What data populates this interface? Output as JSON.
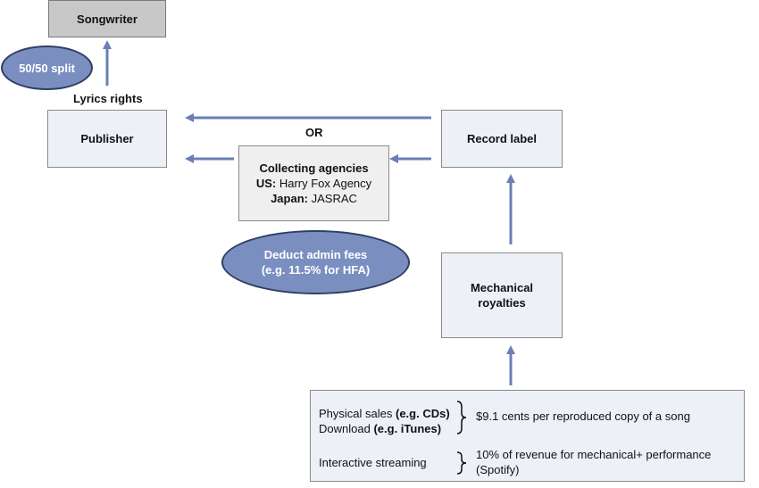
{
  "nodes": {
    "songwriter": "Songwriter",
    "publisher": "Publisher",
    "record_label": "Record label",
    "mechanical_line1": "Mechanical",
    "mechanical_line2": "royalties",
    "agency_title": "Collecting agencies",
    "agency_us_label": "US:",
    "agency_us_value": "Harry Fox Agency",
    "agency_japan_label": "Japan:",
    "agency_japan_value": "JASRAC"
  },
  "callouts": {
    "split": "50/50 split",
    "admin_line1": "Deduct admin fees",
    "admin_line2": "(e.g. 11.5% for HFA)"
  },
  "labels": {
    "lyrics_rights": "Lyrics rights",
    "or": "OR"
  },
  "sources": {
    "physical_text": "Physical sales",
    "physical_example": "(e.g. CDs)",
    "download_text": "Download",
    "download_example": "(e.g. iTunes)",
    "physical_download_rate": "$9.1 cents per reproduced copy of a song",
    "streaming_text": "Interactive streaming",
    "streaming_rate_line1": "10% of revenue for mechanical+ performance",
    "streaming_rate_line2": "(Spotify)"
  },
  "colors": {
    "arrow": "#6a7fb5",
    "ellipse_fill": "#7a8fc0",
    "ellipse_border": "#2f3f63",
    "box_fill": "#eef0f8",
    "songwriter_fill": "#c8c8c8",
    "agency_fill": "#efefef"
  }
}
